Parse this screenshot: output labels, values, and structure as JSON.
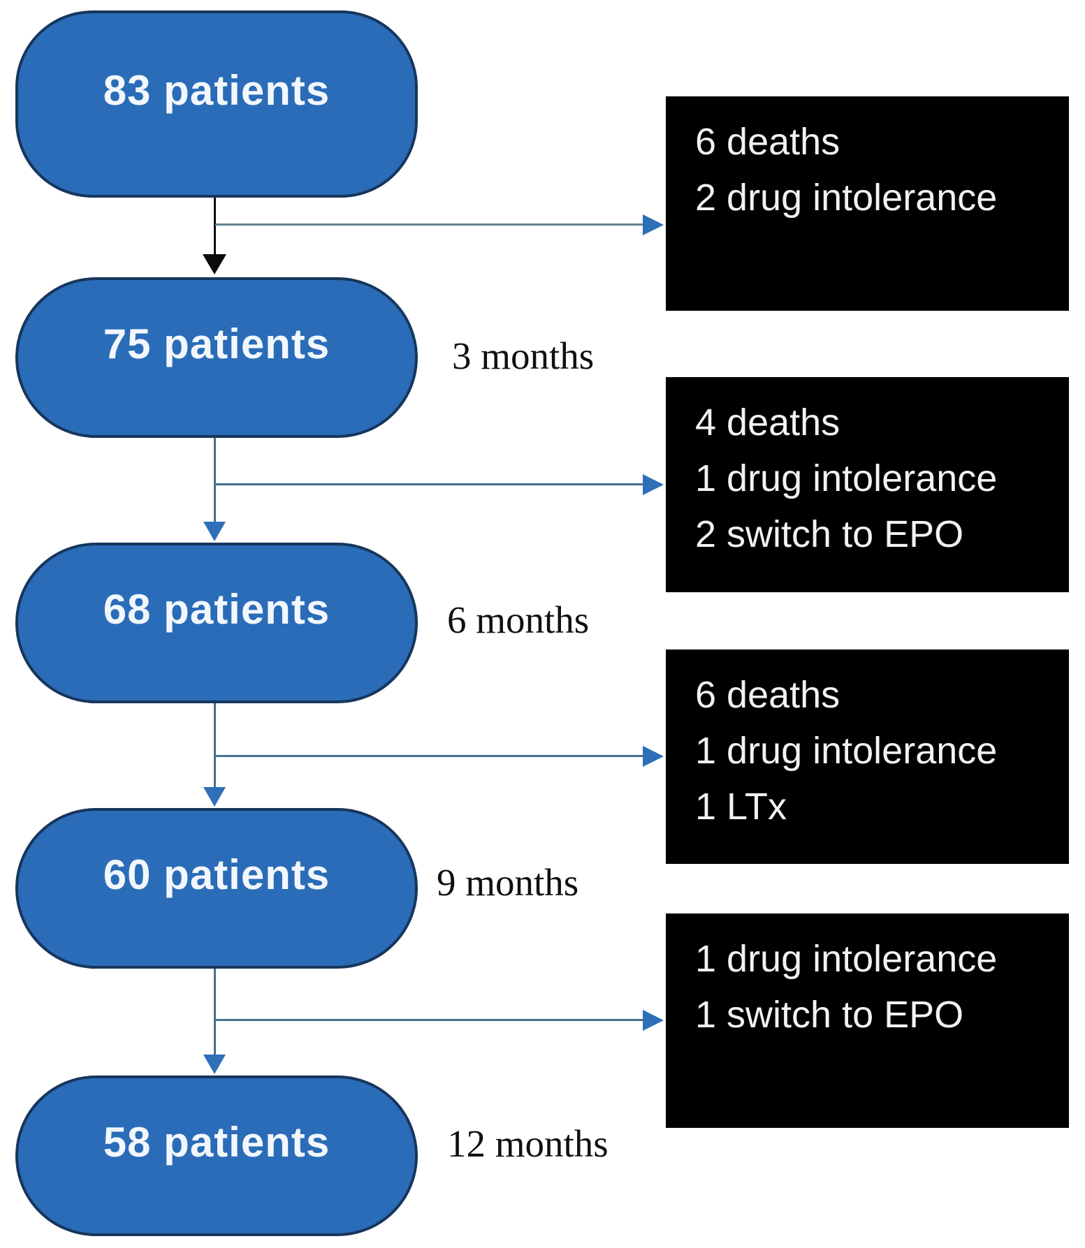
{
  "stages": [
    {
      "label": "83 patients"
    },
    {
      "label": "75 patients",
      "time_label": "3 months"
    },
    {
      "label": "68 patients",
      "time_label": "6 months"
    },
    {
      "label": "60 patients",
      "time_label": "9 months"
    },
    {
      "label": "58 patients",
      "time_label": "12 months"
    }
  ],
  "exits": [
    {
      "lines": [
        "6 deaths",
        "2 drug intolerance"
      ]
    },
    {
      "lines": [
        "4 deaths",
        "1 drug intolerance",
        "2 switch to EPO"
      ]
    },
    {
      "lines": [
        "6 deaths",
        "1 drug intolerance",
        "1 LTx"
      ]
    },
    {
      "lines": [
        "1 drug intolerance",
        "1 switch to EPO"
      ]
    }
  ],
  "colors": {
    "stage_fill": "#2a6cb8",
    "stage_border": "#17365d",
    "stage_text": "#f2f7fc",
    "exit_bg": "#000000",
    "exit_text": "#f2f2f2",
    "time_text": "#101010",
    "arrow_blue": "#2e6fb8",
    "connector_steel": "#44708f",
    "connector_gray": "#64808f",
    "connector_black": "#0b0b0b",
    "background": "#ffffff"
  }
}
